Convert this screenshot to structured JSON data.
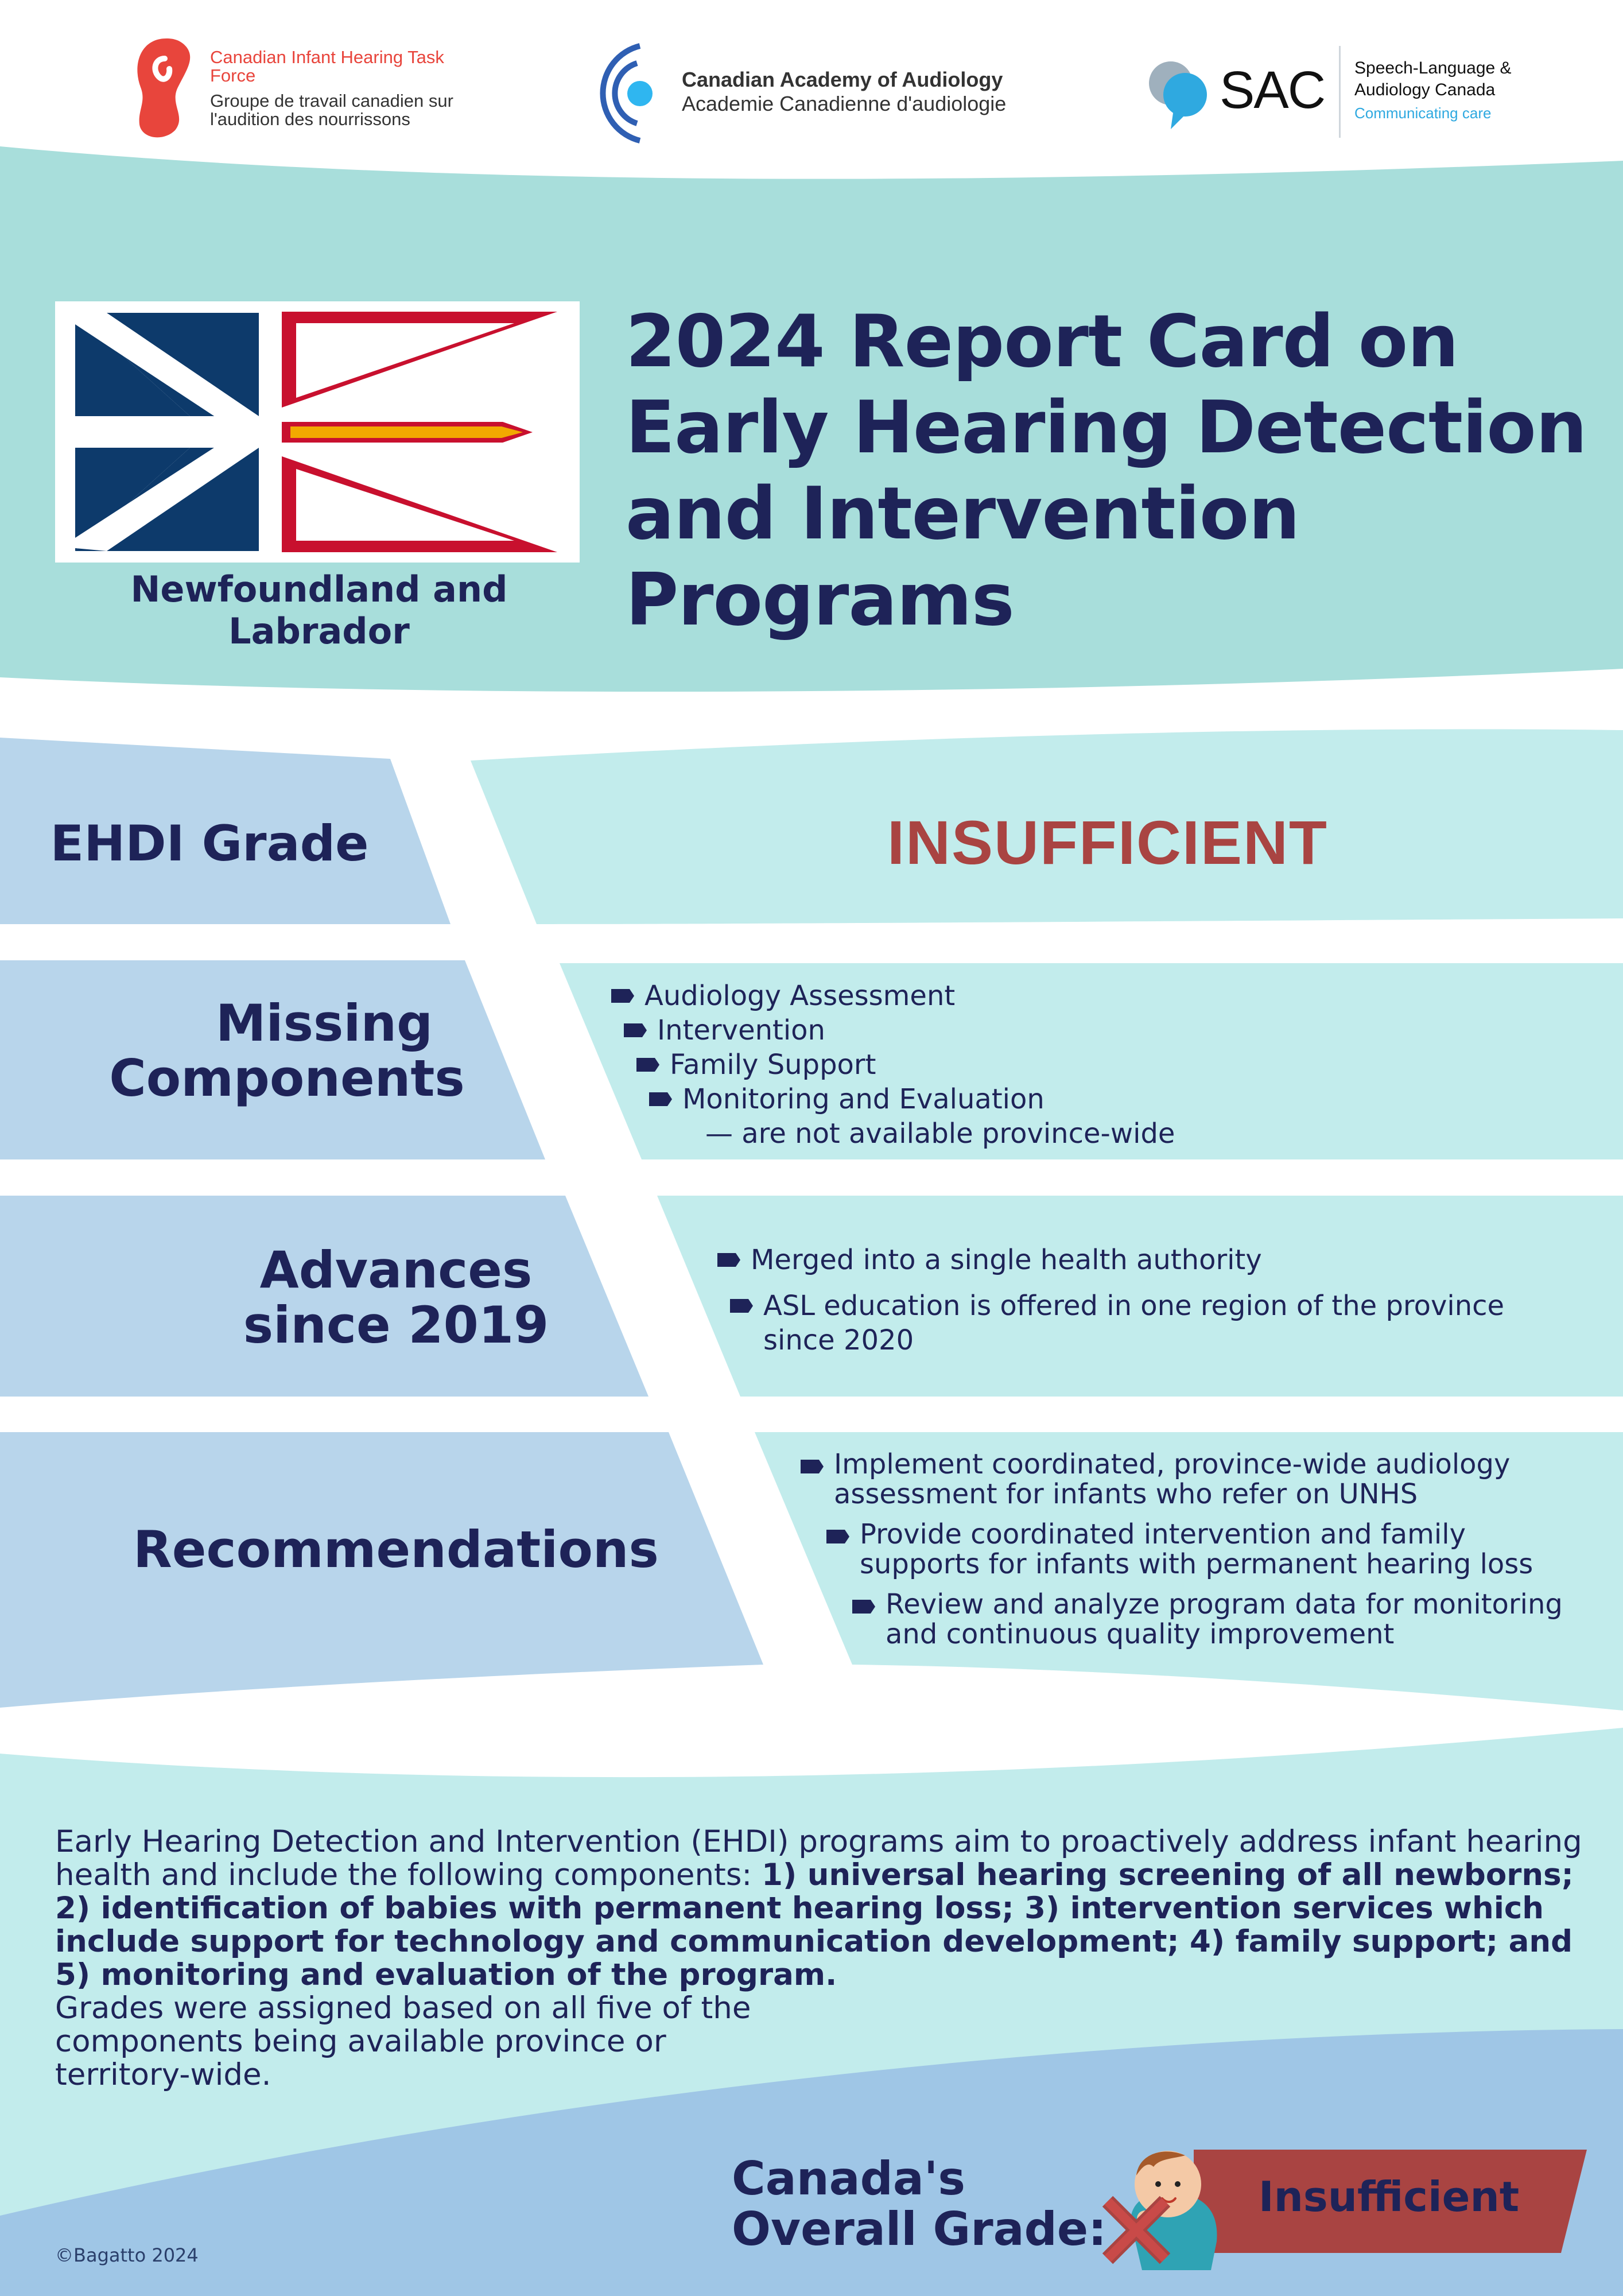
{
  "header": {
    "logo1_en": "Canadian Infant Hearing Task Force",
    "logo1_fr": "Groupe de travail canadien sur l'audition des nourrissons",
    "logo2_en": "Canadian Academy of Audiology",
    "logo2_fr": "Academie Canadienne d'audiologie",
    "logo3_mark": "SAC",
    "logo3_name": "Speech-Language & Audiology Canada",
    "logo3_tagline": "Communicating care"
  },
  "title": {
    "line1": "2024 Report Card on",
    "line2": "Early Hearing Detection",
    "line3": "and Intervention Programs"
  },
  "province": "Newfoundland and Labrador",
  "rows": {
    "grade": {
      "label": "EHDI Grade",
      "value": "INSUFFICIENT"
    },
    "missing": {
      "label_line1": "Missing",
      "label_line2": "Components",
      "items": [
        "Audiology Assessment",
        "Intervention",
        "Family Support",
        "Monitoring and Evaluation"
      ],
      "note": "— are not available province-wide"
    },
    "advances": {
      "label_line1": "Advances",
      "label_line2": "since 2019",
      "items": [
        "Merged into a single health authority",
        "ASL education is offered in one region of the province since 2020"
      ]
    },
    "recommendations": {
      "label": "Recommendations",
      "items": [
        "Implement coordinated, province-wide audiology assessment for infants who refer on UNHS",
        "Provide coordinated intervention and family supports for infants with permanent hearing loss",
        "Review and analyze program data for monitoring and continuous quality improvement"
      ]
    }
  },
  "description": {
    "intro": "Early Hearing Detection and Intervention (EHDI) programs aim to proactively address infant hearing health and include the following components: ",
    "components": "1) universal hearing screening of all newborns; 2) identification of babies with permanent hearing loss; 3) intervention services which include support for technology and communication development; 4) family support; and 5) monitoring and evaluation of the program.",
    "grading": "Grades were assigned based on all five of the components being available province or territory-wide."
  },
  "overall": {
    "label_line1": "Canada's",
    "label_line2": "Overall Grade:",
    "value": "Insufficient"
  },
  "copyright": "©Bagatto 2024",
  "colors": {
    "navy": "#1e2358",
    "teal_band": "#a8dedb",
    "light_teal": "#c2ecec",
    "light_blue": "#b8d5eb",
    "bottom_blue": "#9fc6e6",
    "grade_red": "#a94442",
    "flag_blue": "#0d3a6b",
    "flag_red": "#c8102e",
    "flag_gold": "#f2a900"
  }
}
